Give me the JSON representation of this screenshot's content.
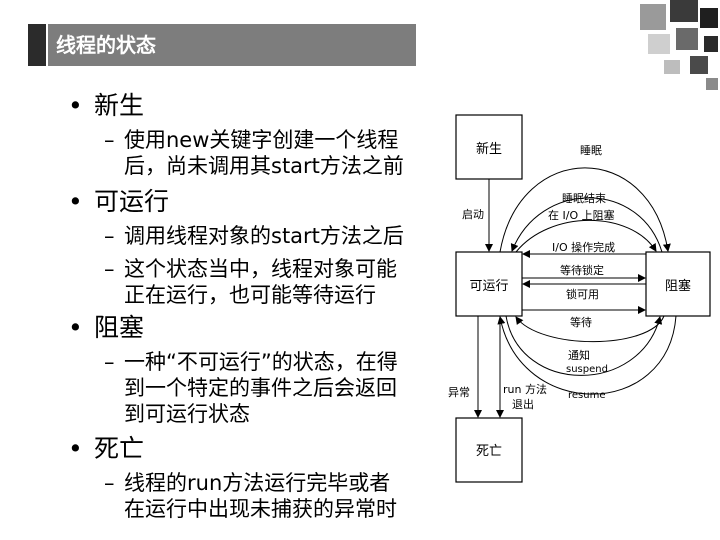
{
  "slide": {
    "title": "线程的状态"
  },
  "bullets": [
    {
      "text": "新生",
      "sub": [
        {
          "lines": [
            "使用new关键字创建一个线程",
            "后，尚未调用其start方法之前"
          ]
        }
      ]
    },
    {
      "text": "可运行",
      "sub": [
        {
          "lines": [
            "调用线程对象的start方法之后"
          ]
        },
        {
          "lines": [
            "这个状态当中，线程对象可能",
            "正在运行，也可能等待运行"
          ]
        }
      ]
    },
    {
      "text": "阻塞",
      "sub": [
        {
          "lines": [
            "一种“不可运行”的状态，在得",
            "到一个特定的事件之后会返回",
            "到可运行状态"
          ]
        }
      ]
    },
    {
      "text": "死亡",
      "sub": [
        {
          "lines": [
            "线程的run方法运行完毕或者",
            "在运行中出现未捕获的异常时"
          ]
        }
      ]
    }
  ],
  "diagram": {
    "states": {
      "new": "新生",
      "runnable": "可运行",
      "blocked": "阻塞",
      "dead": "死亡"
    },
    "transitions": {
      "start": "启动",
      "sleep": "睡眠",
      "sleep_end": "睡眠结束",
      "io_block": "在 I/O 上阻塞",
      "io_complete": "I/O 操作完成",
      "wait_lock": "等待锁定",
      "lock_available": "锁可用",
      "wait": "等待",
      "notify": "通知",
      "suspend": "suspend",
      "resume": "resume",
      "exception": "异常",
      "run_exit_1": "run 方法",
      "run_exit_2": "退出"
    }
  }
}
